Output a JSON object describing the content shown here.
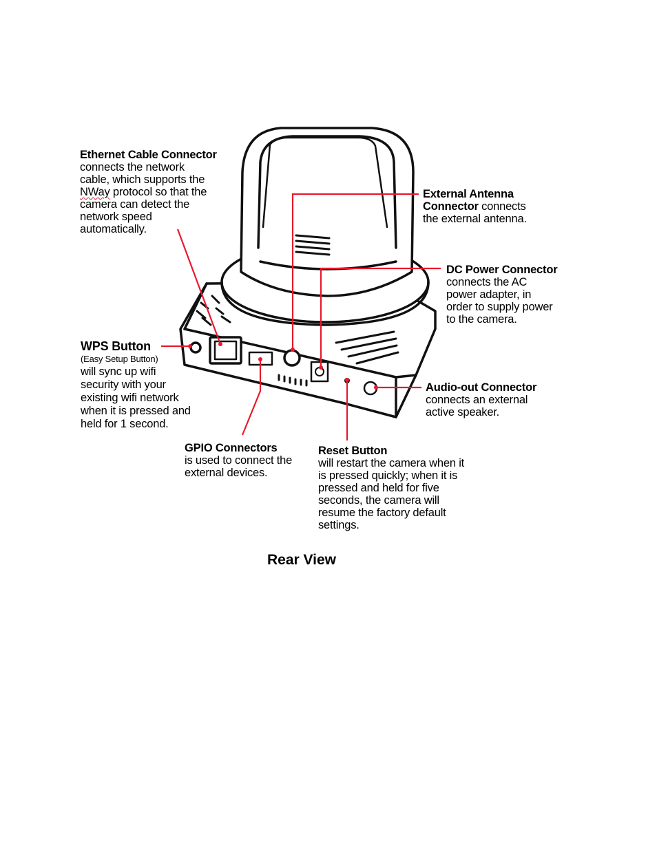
{
  "colors": {
    "callout_line": "#e8192c",
    "outline": "#111111"
  },
  "labels": {
    "ethernet": {
      "title": "Ethernet Cable Connector",
      "line1": "connects the network",
      "line2": "cable, which supports the",
      "line3_word": "NWay",
      "line3_rest": " protocol so that the",
      "line4": "camera can detect the",
      "line5": "network speed",
      "line6": "automatically."
    },
    "antenna": {
      "title1": "External Antenna",
      "title2": "Connector",
      "line1_rest": " connects",
      "line2": "the external antenna."
    },
    "dc_power": {
      "title": "DC Power Connector",
      "line1": "connects the AC",
      "line2": "power adapter, in",
      "line3": "order to supply power",
      "line4": "to the camera."
    },
    "wps": {
      "title": "WPS Button",
      "subtitle": "(Easy Setup Button)",
      "line1": "will sync up wifi",
      "line2": "security with your",
      "line3": "existing wifi network",
      "line4": "when it is pressed and",
      "line5": "held for 1 second."
    },
    "audio": {
      "title": "Audio-out Connector",
      "line1": "connects an external",
      "line2": "active speaker."
    },
    "gpio": {
      "title": "GPIO Connectors",
      "line1": "is used to connect the",
      "line2": "external devices."
    },
    "reset": {
      "title": "Reset Button",
      "line1": "will restart the camera when it",
      "line2": "is pressed quickly; when it is",
      "line3": "pressed and held for five",
      "line4": "seconds, the camera will",
      "line5": "resume the factory default",
      "line6": "settings."
    }
  },
  "caption": "Rear View"
}
